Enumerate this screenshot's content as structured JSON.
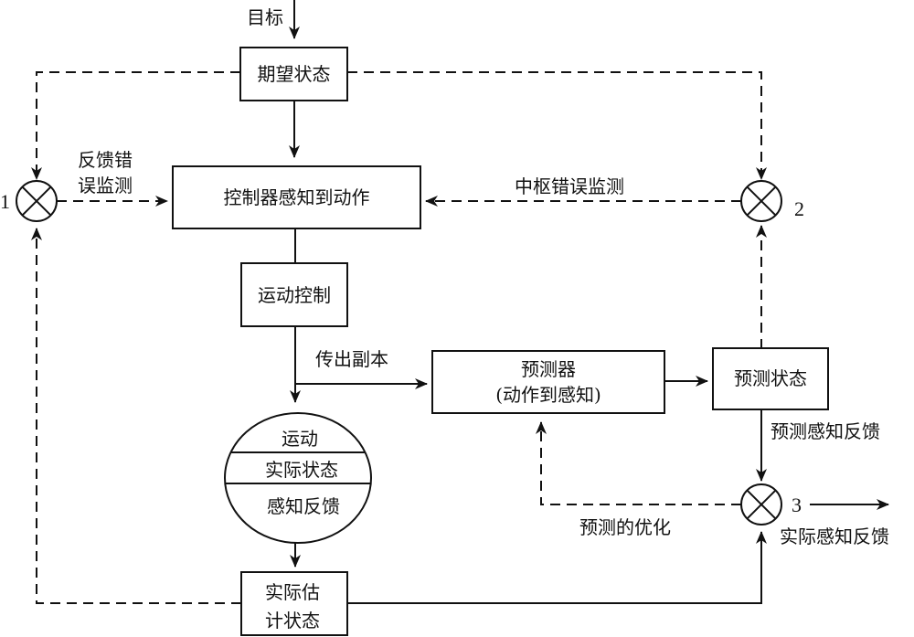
{
  "diagram": {
    "type": "control-loop-flowchart",
    "colors": {
      "line": "#111111",
      "background": "#ffffff"
    },
    "input_label": "目标",
    "nodes": {
      "desired_state": "期望状态",
      "controller": "控制器感知到动作",
      "motor_control": "运动控制",
      "predictor_line1": "预测器",
      "predictor_line2": "(动作到感知)",
      "predicted_state": "预测状态",
      "plant_top": "运动",
      "plant_middle": "实际状态",
      "plant_bottom": "感知反馈",
      "estimated_state_line1": "实际估",
      "estimated_state_line2": "计状态"
    },
    "comparators": [
      {
        "id": "1",
        "label": "1"
      },
      {
        "id": "2",
        "label": "2"
      },
      {
        "id": "3",
        "label": "3"
      }
    ],
    "edge_labels": {
      "feedback_error_line1": "反馈错",
      "feedback_error_line2": "误监测",
      "central_error": "中枢错误监测",
      "efference_copy": "传出副本",
      "predicted_feedback": "预测感知反馈",
      "prediction_refinement": "预测的优化",
      "actual_feedback": "实际感知反馈"
    },
    "edges": [
      {
        "from": "input",
        "to": "desired_state",
        "style": "solid"
      },
      {
        "from": "desired_state",
        "to": "comparator-1",
        "style": "dashed"
      },
      {
        "from": "desired_state",
        "to": "comparator-2",
        "style": "dashed"
      },
      {
        "from": "desired_state",
        "to": "controller",
        "style": "solid"
      },
      {
        "from": "comparator-1",
        "to": "controller",
        "style": "dashed",
        "label": "反馈错误监测"
      },
      {
        "from": "comparator-2",
        "to": "controller",
        "style": "dashed",
        "label": "中枢错误监测"
      },
      {
        "from": "controller",
        "to": "motor_control",
        "style": "solid"
      },
      {
        "from": "motor_control",
        "to": "plant",
        "style": "solid"
      },
      {
        "from": "motor_control",
        "to": "predictor",
        "style": "solid",
        "label": "传出副本"
      },
      {
        "from": "predictor",
        "to": "predicted_state",
        "style": "solid"
      },
      {
        "from": "predicted_state",
        "to": "comparator-2",
        "style": "dashed"
      },
      {
        "from": "predicted_state",
        "to": "comparator-3",
        "style": "solid",
        "label": "预测感知反馈"
      },
      {
        "from": "comparator-3",
        "to": "predictor",
        "style": "dashed",
        "label": "预测的优化"
      },
      {
        "from": "comparator-3",
        "to": "output",
        "style": "solid",
        "label": "实际感知反馈"
      },
      {
        "from": "plant",
        "to": "estimated_state",
        "style": "solid"
      },
      {
        "from": "estimated_state",
        "to": "comparator-1",
        "style": "dashed"
      },
      {
        "from": "estimated_state",
        "to": "comparator-3",
        "style": "solid"
      }
    ]
  }
}
